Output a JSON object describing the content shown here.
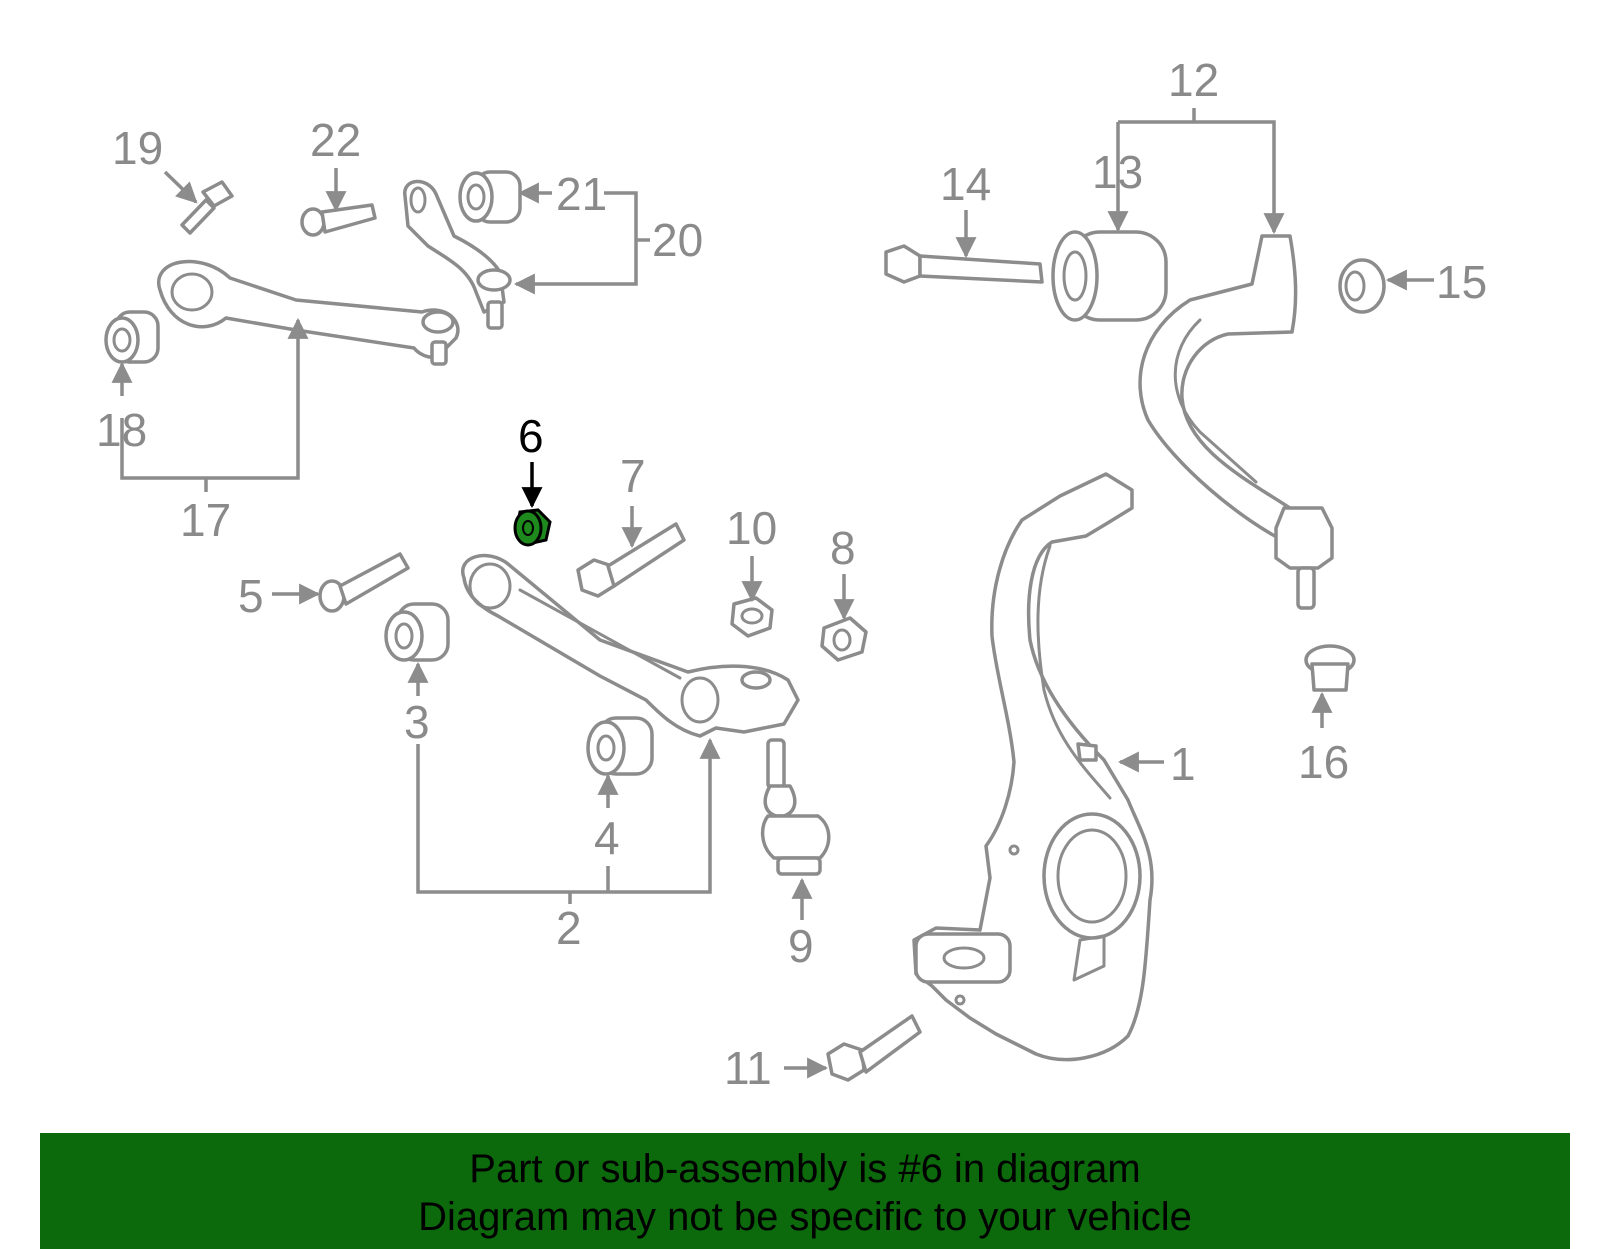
{
  "diagram": {
    "highlighted_part": "6",
    "callouts": [
      "1",
      "2",
      "3",
      "4",
      "5",
      "6",
      "7",
      "8",
      "9",
      "10",
      "11",
      "12",
      "13",
      "14",
      "15",
      "16",
      "17",
      "18",
      "19",
      "20",
      "21",
      "22"
    ]
  },
  "banner": {
    "line1": "Part or sub-assembly is #6 in diagram",
    "line2": "Diagram may not be specific to your vehicle",
    "background": "#0c6a0c"
  },
  "colors": {
    "line_art": "#8c8c8c",
    "highlight_part": "#1e8a1e",
    "highlight_label": "#000000"
  }
}
